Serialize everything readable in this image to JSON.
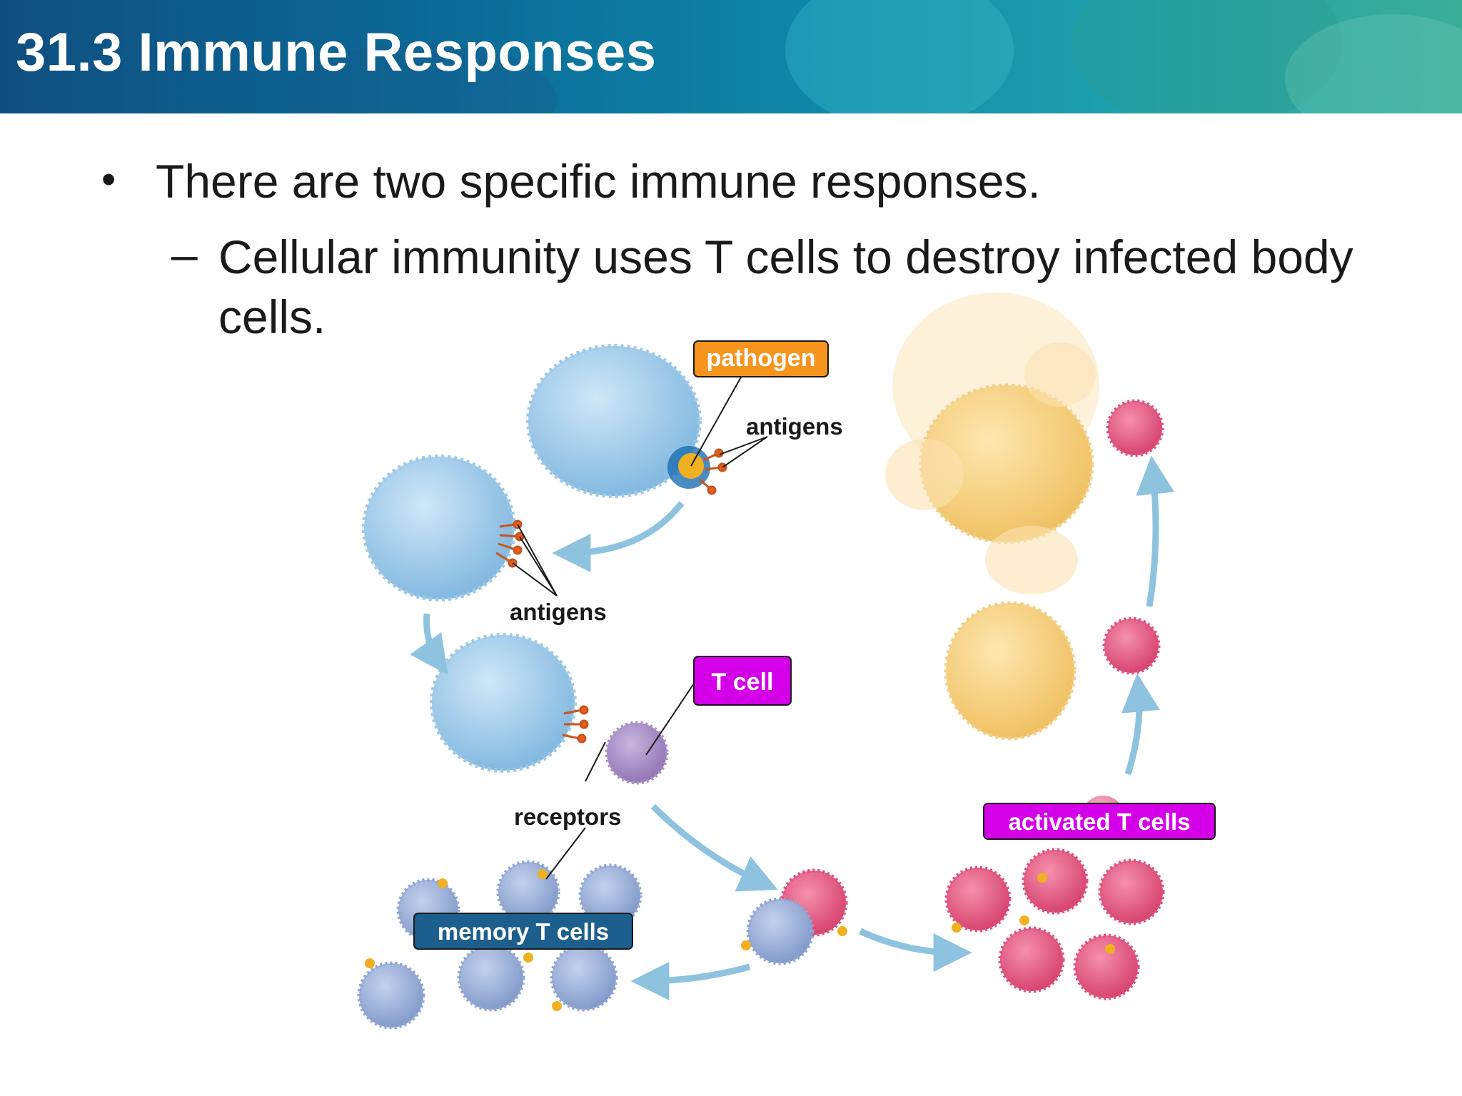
{
  "header": {
    "title": "31.3 Immune Responses"
  },
  "content": {
    "bullet_symbol": "•",
    "bullet_text": "There are two specific immune responses.",
    "sub_symbol": "–",
    "sub_text": "Cellular immunity uses T cells to destroy infected body cells."
  },
  "diagram": {
    "labels": {
      "pathogen": "pathogen",
      "antigens_top": "antigens",
      "antigens_left": "antigens",
      "t_cell": "T cell",
      "receptors": "receptors",
      "memory_t_cells": "memory T cells",
      "activated_t_cells": "activated T cells"
    },
    "colors": {
      "pathogen_box": "#f7941d",
      "t_cell_box": "#d400e8",
      "memory_box": "#1d5f8c",
      "activated_box": "#d400e8",
      "macrophage": "#8ec5e8",
      "t_cell": "#a88fc4",
      "activated_cell": "#e0507c",
      "memory_cell": "#8fa6d2",
      "infected_cell": "#f6cd74",
      "arrow": "#8dc3df",
      "antigen": "#e8621a"
    }
  }
}
